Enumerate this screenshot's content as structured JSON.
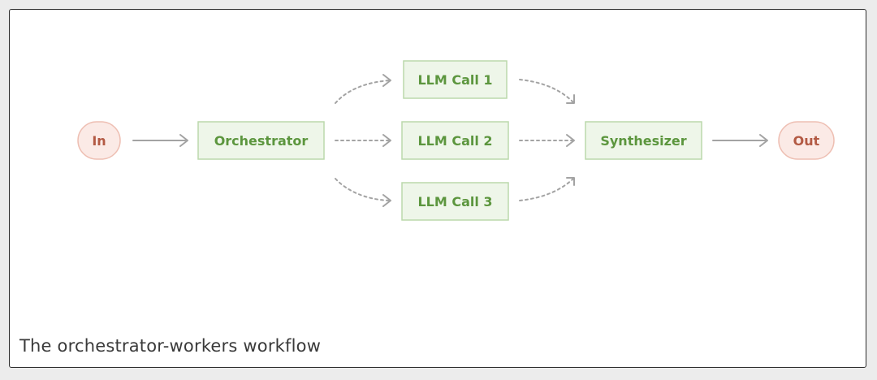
{
  "diagram": {
    "title": "The orchestrator-workers workflow",
    "nodes": {
      "in": {
        "label": "In",
        "kind": "terminal"
      },
      "orchestrator": {
        "label": "Orchestrator",
        "kind": "process"
      },
      "llm_call_1": {
        "label": "LLM Call 1",
        "kind": "process"
      },
      "llm_call_2": {
        "label": "LLM Call 2",
        "kind": "process"
      },
      "llm_call_3": {
        "label": "LLM Call 3",
        "kind": "process"
      },
      "synthesizer": {
        "label": "Synthesizer",
        "kind": "process"
      },
      "out": {
        "label": "Out",
        "kind": "terminal"
      }
    },
    "edges": [
      {
        "from": "in",
        "to": "orchestrator",
        "style": "solid"
      },
      {
        "from": "orchestrator",
        "to": "llm_call_1",
        "style": "dotted"
      },
      {
        "from": "orchestrator",
        "to": "llm_call_2",
        "style": "dotted"
      },
      {
        "from": "orchestrator",
        "to": "llm_call_3",
        "style": "dotted"
      },
      {
        "from": "llm_call_1",
        "to": "synthesizer",
        "style": "dotted"
      },
      {
        "from": "llm_call_2",
        "to": "synthesizer",
        "style": "dotted"
      },
      {
        "from": "llm_call_3",
        "to": "synthesizer",
        "style": "dotted"
      },
      {
        "from": "synthesizer",
        "to": "out",
        "style": "solid"
      }
    ],
    "colors": {
      "terminal_fill": "#fbeae6",
      "terminal_stroke": "#eebfb3",
      "terminal_text": "#b35a44",
      "process_fill": "#eef6e9",
      "process_stroke": "#bcd9ac",
      "process_text": "#5c963e",
      "arrow": "#a3a3a3"
    }
  }
}
